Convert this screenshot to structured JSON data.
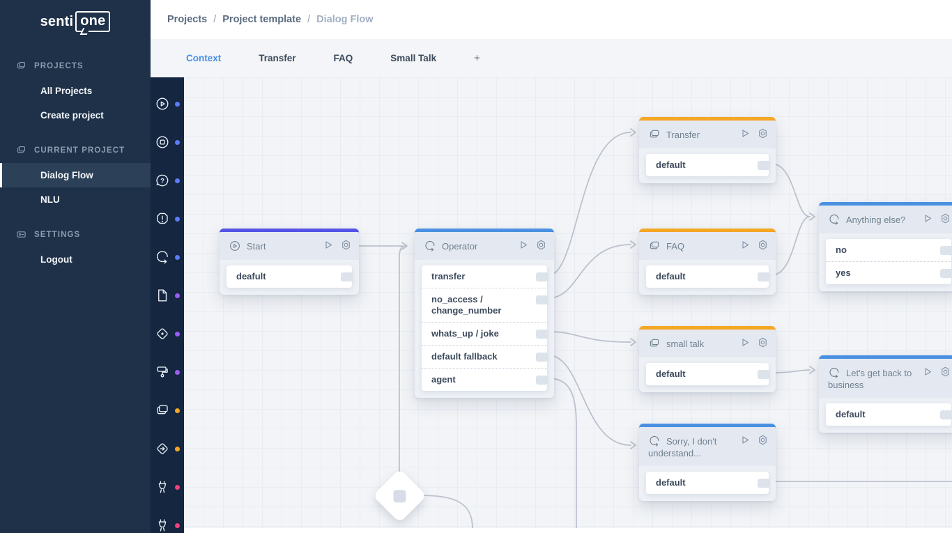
{
  "brand": {
    "logo_left": "senti",
    "logo_right": "one"
  },
  "sidebar": {
    "sections": [
      {
        "label": "PROJECTS",
        "icon": "stack-icon",
        "items": [
          {
            "label": "All Projects"
          },
          {
            "label": "Create project"
          }
        ]
      },
      {
        "label": "CURRENT PROJECT",
        "icon": "stack-icon",
        "items": [
          {
            "label": "Dialog Flow",
            "active": true
          },
          {
            "label": "NLU"
          }
        ]
      },
      {
        "label": "SETTINGS",
        "icon": "toggle-icon",
        "items": [
          {
            "label": "Logout"
          }
        ]
      }
    ]
  },
  "breadcrumb": {
    "items": [
      "Projects",
      "Project template",
      "Dialog Flow"
    ],
    "separator": "/"
  },
  "tabs": {
    "items": [
      {
        "label": "Context",
        "active": true
      },
      {
        "label": "Transfer"
      },
      {
        "label": "FAQ"
      },
      {
        "label": "Small Talk"
      },
      {
        "label": "+"
      }
    ]
  },
  "palette": {
    "items": [
      {
        "icon": "play-circle-icon",
        "dot_color": "#5b7cfa"
      },
      {
        "icon": "stop-circle-icon",
        "dot_color": "#5b7cfa"
      },
      {
        "icon": "question-bubble-icon",
        "dot_color": "#5b7cfa"
      },
      {
        "icon": "alert-octagon-icon",
        "dot_color": "#5b7cfa"
      },
      {
        "icon": "chat-redirect-icon",
        "dot_color": "#5b7cfa"
      },
      {
        "icon": "file-icon",
        "dot_color": "#9b5cf6"
      },
      {
        "icon": "decision-diamond-icon",
        "dot_color": "#9b5cf6"
      },
      {
        "icon": "paint-roller-icon",
        "dot_color": "#9b5cf6"
      },
      {
        "icon": "collection-cards-icon",
        "dot_color": "#f5a623"
      },
      {
        "icon": "diamond-arrow-icon",
        "dot_color": "#f5a623"
      },
      {
        "icon": "plug-icon",
        "dot_color": "#f0417c"
      },
      {
        "icon": "plug-icon",
        "dot_color": "#f0417c"
      }
    ]
  },
  "colors": {
    "accent_indigo": "#5552e6",
    "accent_blue": "#4a90e2",
    "accent_orange": "#f5a623",
    "connection": "#bcc2cd"
  },
  "canvas": {
    "nodes": [
      {
        "title": "Start",
        "accent": "indigo",
        "icon": "play-circle-icon",
        "rows": [
          "deafult"
        ]
      },
      {
        "title": "Operator",
        "accent": "blue",
        "icon": "chat-redirect-icon",
        "rows": [
          "transfer",
          "no_access / change_number",
          "whats_up / joke",
          "default fallback",
          "agent"
        ]
      },
      {
        "title": "Transfer",
        "accent": "orange",
        "icon": "collection-cards-icon",
        "rows": [
          "default"
        ]
      },
      {
        "title": "FAQ",
        "accent": "orange",
        "icon": "collection-cards-icon",
        "rows": [
          "default"
        ]
      },
      {
        "title": "small talk",
        "accent": "orange",
        "icon": "collection-cards-icon",
        "rows": [
          "default"
        ]
      },
      {
        "title": "Sorry, I don't understand...",
        "accent": "blue",
        "icon": "chat-redirect-icon",
        "rows": [
          "default"
        ]
      },
      {
        "title": "Anything else?",
        "accent": "blue",
        "icon": "chat-redirect-icon",
        "rows": [
          "no",
          "yes"
        ]
      },
      {
        "title": "Let's get back to business",
        "accent": "blue",
        "icon": "chat-redirect-icon",
        "rows": [
          "default"
        ]
      }
    ]
  }
}
